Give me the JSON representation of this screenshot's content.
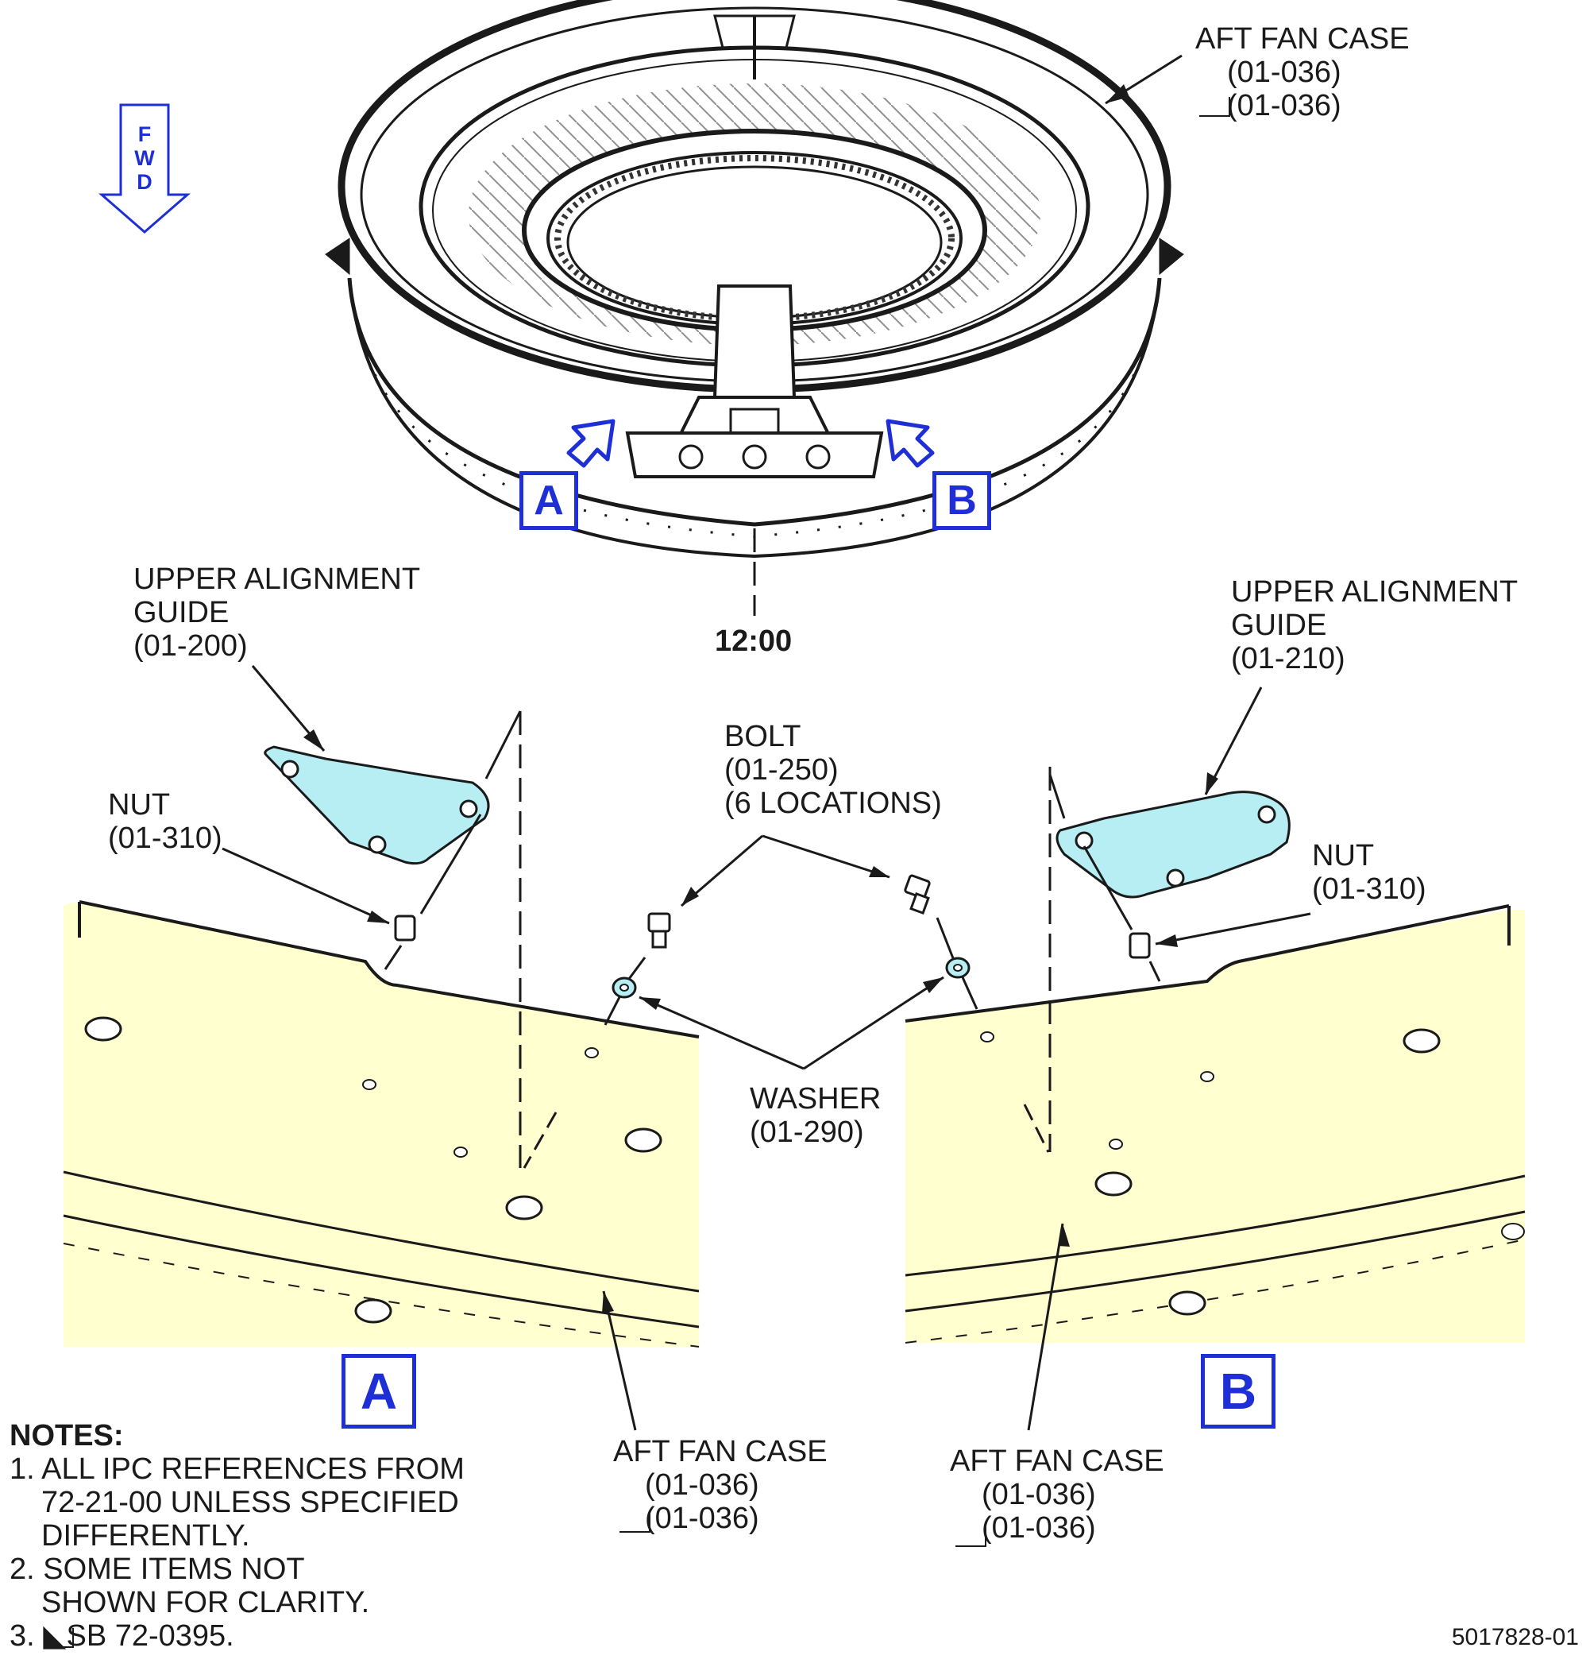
{
  "fwd_indicator": {
    "letters": [
      "F",
      "W",
      "D"
    ]
  },
  "views": [
    {
      "id": "A",
      "label": "A"
    },
    {
      "id": "B",
      "label": "B"
    }
  ],
  "labels": {
    "aft_fan_case_top": [
      "AFT FAN CASE",
      "(01-036)",
      "(01-036)"
    ],
    "clock_position": "12:00",
    "upper_alignment_guide_left": [
      "UPPER ALIGNMENT",
      "GUIDE",
      "(01-200)"
    ],
    "upper_alignment_guide_right": [
      "UPPER ALIGNMENT",
      "GUIDE",
      "(01-210)"
    ],
    "nut_left": [
      "NUT",
      "(01-310)"
    ],
    "nut_right": [
      "NUT",
      "(01-310)"
    ],
    "bolt": [
      "BOLT",
      "(01-250)",
      "(6 LOCATIONS)"
    ],
    "washer": [
      "WASHER",
      "(01-290)"
    ],
    "aft_fan_case_left": [
      "AFT FAN CASE",
      "(01-036)",
      "(01-036)"
    ],
    "aft_fan_case_right": [
      "AFT FAN CASE",
      "(01-036)",
      "(01-036)"
    ]
  },
  "notes": {
    "title": "NOTES:",
    "items": [
      [
        "1. ALL IPC REFERENCES FROM",
        "72-21-00 UNLESS SPECIFIED",
        "DIFFERENTLY."
      ],
      [
        "2. SOME ITEMS NOT",
        "SHOWN FOR CLARITY."
      ],
      [
        "3. ◣SB 72-0395."
      ]
    ]
  },
  "document_id": "5017828-01",
  "colors": {
    "callout_blue": "#1f2fd6",
    "case_fill": "#ffffd0",
    "guide_fill": "#b6eef4",
    "line": "#1a1a1a"
  }
}
